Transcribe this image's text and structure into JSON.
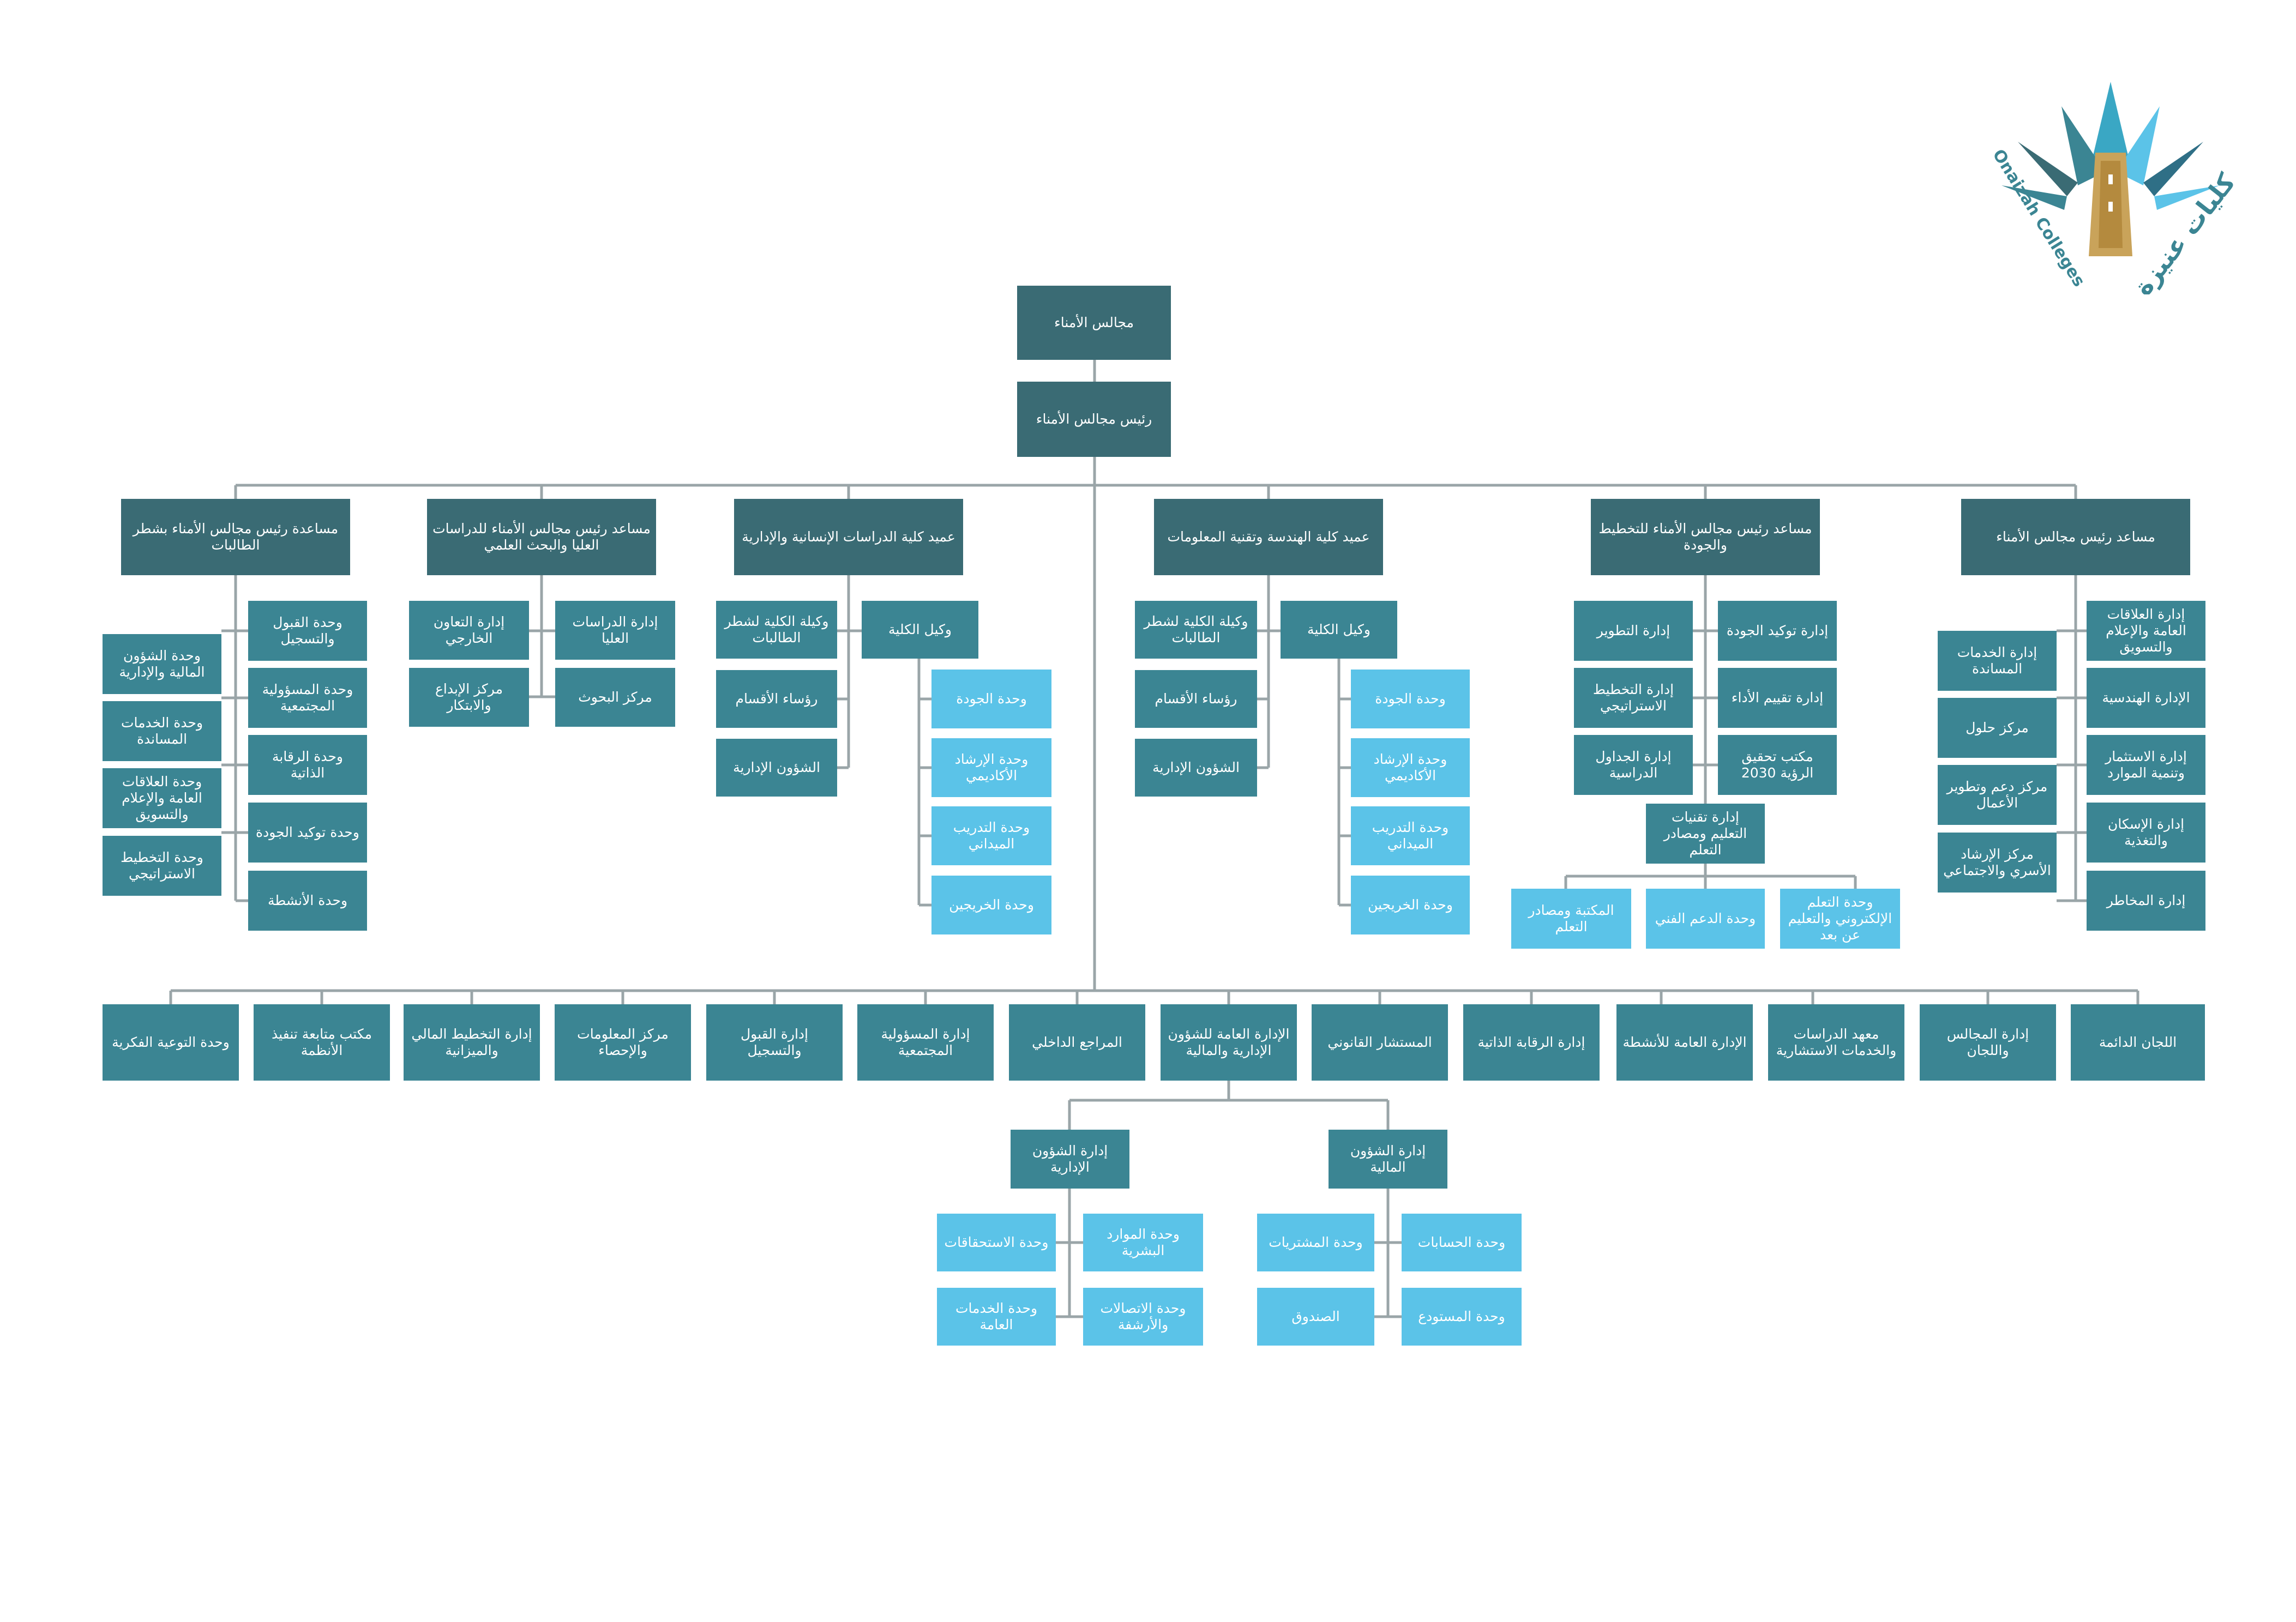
{
  "colors": {
    "dark": "#3a6b74",
    "mid": "#3b8593",
    "light": "#5bc3e8",
    "line": "#9aa5a8"
  },
  "logo": {
    "arabic": "كليات عنيزة",
    "english": "Onaizah Colleges"
  },
  "top": {
    "board": "مجالس الأمناء",
    "chairman": "رئيس مجالس الأمناء"
  },
  "branches": [
    {
      "title": "مساعد رئيس مجالس الأمناء",
      "right": [
        "إدارة العلاقات العامة والإعلام والتسويق",
        "الإدارة الهندسية",
        "إدارة الاستثمار وتنمية الموارد",
        "إدارة الإسكان والتغذية",
        "إدارة المخاطر"
      ],
      "left": [
        "إدارة الخدمات المساندة",
        "مركز حلول",
        "مركز دعم وتطوير الأعمال",
        "مركز الإرشاد الأسري والاجتماعي"
      ]
    },
    {
      "title": "مساعد رئيس مجالس الأمناء للتخطيط والجودة",
      "right": [
        "إدارة توكيد الجودة",
        "إدارة تقييم الأداء",
        "مكتب تحقيق الرؤية 2030"
      ],
      "left": [
        "إدارة التطوير",
        "إدارة التخطيط الاستراتيجي",
        "إدارة الجداول الدراسية"
      ],
      "tech": "إدارة تقنيات التعليم ومصادر التعلم",
      "tech_children": [
        "وحدة التعلم الإلكتروني والتعليم عن بعد",
        "وحدة الدعم الفني",
        "المكتبة ومصادر التعلم"
      ]
    },
    {
      "title": "عميد كلية الهندسة وتقنية المعلومات",
      "vice": "وكيل الكلية",
      "vice_units": [
        "وحدة الجودة",
        "وحدة الإرشاد الأكاديمي",
        "وحدة التدريب الميداني",
        "وحدة الخريجين"
      ],
      "others": [
        "وكيلة الكلية لشطر الطالبات",
        "رؤساء الأقسام",
        "الشؤون الإدارية"
      ]
    },
    {
      "title": "عميد كلية الدراسات الإنسانية والإدارية",
      "vice": "وكيل الكلية",
      "vice_units": [
        "وحدة الجودة",
        "وحدة الإرشاد الأكاديمي",
        "وحدة التدريب الميداني",
        "وحدة الخريجين"
      ],
      "others": [
        "وكيلة الكلية لشطر الطالبات",
        "رؤساء الأقسام",
        "الشؤون الإدارية"
      ]
    },
    {
      "title": "مساعد رئيس مجالس الأمناء للدراسات العليا والبحث العلمي",
      "right": [
        "إدارة الدراسات العليا",
        "مركز البحوث"
      ],
      "left": [
        "إدارة التعاون الخارجي",
        "مركز الإبداع والابتكار"
      ]
    },
    {
      "title": "مساعدة رئيس مجالس الأمناء بشطر الطالبات",
      "right": [
        "وحدة القبول والتسجيل",
        "وحدة المسؤولية المجتمعية",
        "وحدة الرقابة الذاتية",
        "وحدة توكيد الجودة",
        "وحدة الأنشطة"
      ],
      "left": [
        "وحدة الشؤون المالية والإدارية",
        "وحدة الخدمات المساندة",
        "وحدة العلاقات العامة والإعلام والتسويق",
        "وحدة التخطيط الاستراتيجي"
      ]
    }
  ],
  "bottom_row": [
    "اللجان الدائمة",
    "إدارة المجالس واللجان",
    "معهد الدراسات والخدمات الاستشارية",
    "الإدارة العامة للأنشطة",
    "إدارة الرقابة الذاتية",
    "المستشار القانوني",
    "الإدارة العامة للشؤون الإدارية والمالية",
    "المراجع الداخلي",
    "إدارة المسؤولية المجتمعية",
    "إدارة القبول والتسجيل",
    "مركز المعلومات والإحصاء",
    "إدارة التخطيط المالي والميزانية",
    "مكتب متابعة تنفيذ الأنظمة",
    "وحدة التوعية الفكرية"
  ],
  "finance": {
    "title": "إدارة الشؤون المالية",
    "units": [
      "وحدة الحسابات",
      "وحدة المشتريات",
      "وحدة المستودع",
      "الصندوق"
    ]
  },
  "admin": {
    "title": "إدارة الشؤون الإدارية",
    "units": [
      "وحدة الموارد البشرية",
      "وحدة الاستحقاقات",
      "وحدة الاتصالات والأرشفة",
      "وحدة الخدمات العامة"
    ]
  }
}
